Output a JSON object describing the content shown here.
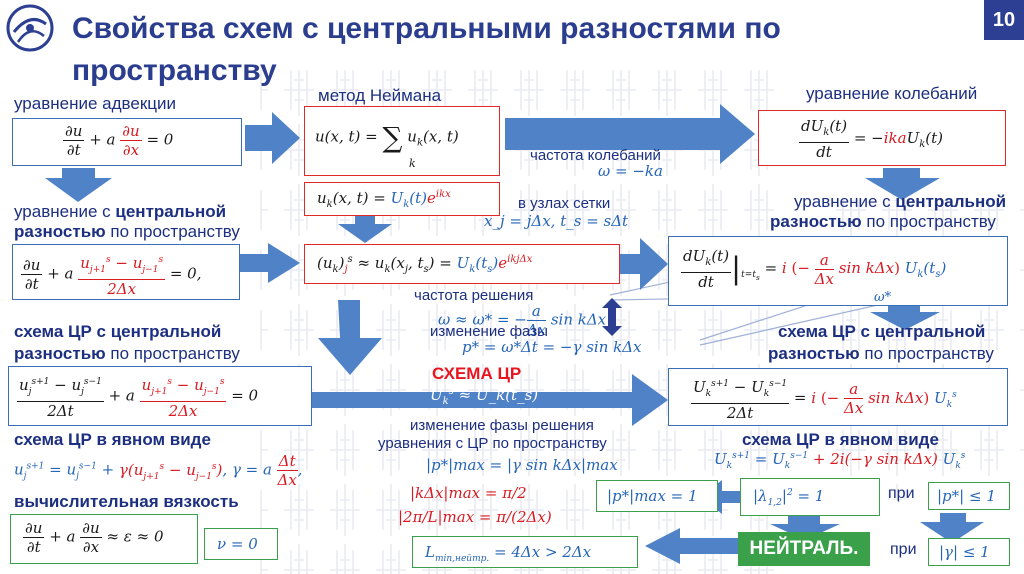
{
  "slide": {
    "number": "10",
    "title_line1": "Свойства схем с центральными разностями по",
    "title_line2": "пространству"
  },
  "labels": {
    "advection": "уравнение адвекции",
    "neumann": "метод Неймана",
    "oscillation": "уравнение колебаний",
    "osc_freq": "частота колебаний",
    "grid_nodes": "в узлах сетки",
    "central_eq_a1": "уравнение с ",
    "central_eq_a2": "центральной",
    "central_eq_b1": "разностью",
    "central_eq_b2": " по пространству",
    "central_eq_r_a1": "уравнение с ",
    "central_eq_r_a2": "центральной",
    "central_eq_r_b1": "разностью",
    "central_eq_r_b2": " по пространству",
    "solution_freq": "частота решения",
    "phase_change": "изменение фазы",
    "cr_scheme_a1": "схема ЦР с ",
    "cr_scheme_a2": "центральной",
    "cr_scheme_b1": "разностью",
    "cr_scheme_b2": " по пространству",
    "cr_scheme_r_a1": "схема ЦР с ",
    "cr_scheme_r_a2": "центральной",
    "cr_scheme_r_b1": "разностью",
    "cr_scheme_r_b2": " по пространству",
    "cr_label": "СХЕМА ЦР",
    "phase_change_solution_1": "изменение фазы решения",
    "phase_change_solution_2": "уравнения с ЦР по пространству",
    "explicit_left": "схема ЦР в явном виде",
    "explicit_right": "схема ЦР в явном виде",
    "viscosity": "вычислительная вязкость",
    "when1": "при",
    "when2": "при",
    "neutral": "НЕЙТРАЛЬ."
  },
  "formulas": {
    "omega": "ω = −ka",
    "uk_def": "u",
    "uk_def_rhs": "(x, t) = ",
    "uk_def_exp": "ikx",
    "nodes": "x_j = jΔx, t_s = sΔt",
    "omega_star": "ω ≈ ω* = −",
    "omega_star_tail": "sin kΔx",
    "pstar": "p* = ω*Δt = −γ sin kΔx",
    "u_approx": "≈ U_k(t_s)",
    "pmax": "|p*|max = |γ sin kΔx|max",
    "kdx": "|kΔx|max = π/2",
    "twopi": "|2π/L|max = π/(2Δx)",
    "pmax_box": "|p*|max = 1",
    "lambda_box": "= 1",
    "cond1": "|p*| ≤ 1",
    "cond2": "|γ| ≤ 1",
    "lmin": "= 4Δx > 2Δx",
    "lmin_sub": "min,нейтр.",
    "nu_zero": "ν = 0",
    "eps_zero": "≈ ε ≈ 0",
    "explicit_gamma": ", γ = a",
    "explicit_right_tail": "+ 2i(−γ sin kΔx)"
  }
}
